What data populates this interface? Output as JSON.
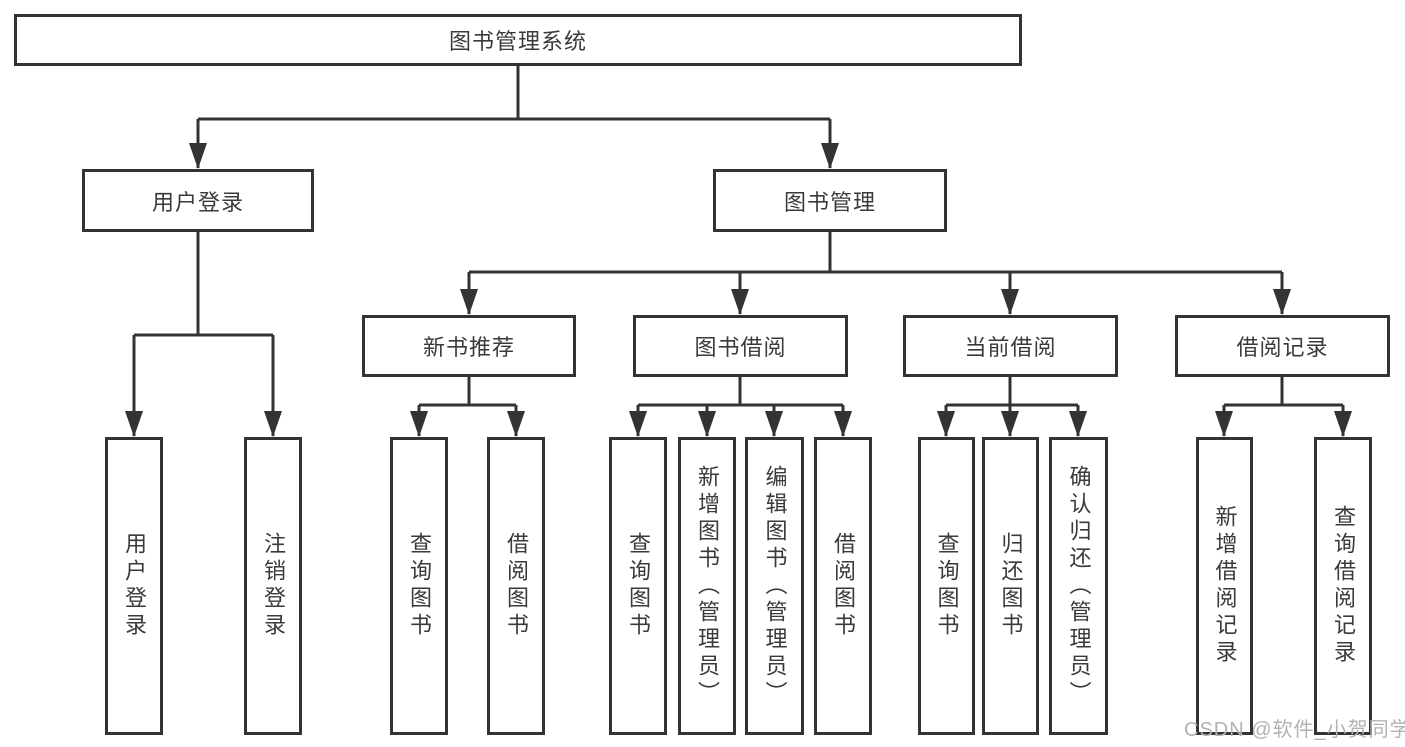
{
  "diagram": {
    "type": "tree",
    "title": "图书管理系统",
    "colors": {
      "line": "#333333",
      "box_border": "#333333",
      "text": "#3a3a3a",
      "background": "#ffffff",
      "watermark": "#b2b2b2"
    },
    "nodes": {
      "root": "图书管理系统",
      "level2": {
        "user_login": "用户登录",
        "book_mgmt": "图书管理"
      },
      "level3": {
        "new_book": "新书推荐",
        "borrow": "图书借阅",
        "current": "当前借阅",
        "records": "借阅记录"
      },
      "leaves": {
        "user_login_leaf": "用户登录",
        "logout_leaf": "注销登录",
        "nb_query": "查询图书",
        "nb_borrow": "借阅图书",
        "bb_query": "查询图书",
        "bb_add": "新增图书（管理员）",
        "bb_edit": "编辑图书（管理员）",
        "bb_borrow": "借阅图书",
        "cb_query": "查询图书",
        "cb_return": "归还图书",
        "cb_confirm": "确认归还（管理员）",
        "rec_add": "新增借阅记录",
        "rec_query": "查询借阅记录"
      },
      "hierarchy": {
        "图书管理系统": {
          "用户登录": [
            "用户登录",
            "注销登录"
          ],
          "图书管理": {
            "新书推荐": [
              "查询图书",
              "借阅图书"
            ],
            "图书借阅": [
              "查询图书",
              "新增图书（管理员）",
              "编辑图书（管理员）",
              "借阅图书"
            ],
            "当前借阅": [
              "查询图书",
              "归还图书",
              "确认归还（管理员）"
            ],
            "借阅记录": [
              "新增借阅记录",
              "查询借阅记录"
            ]
          }
        }
      }
    },
    "watermark": "CSDN @软件_小贺同学"
  }
}
